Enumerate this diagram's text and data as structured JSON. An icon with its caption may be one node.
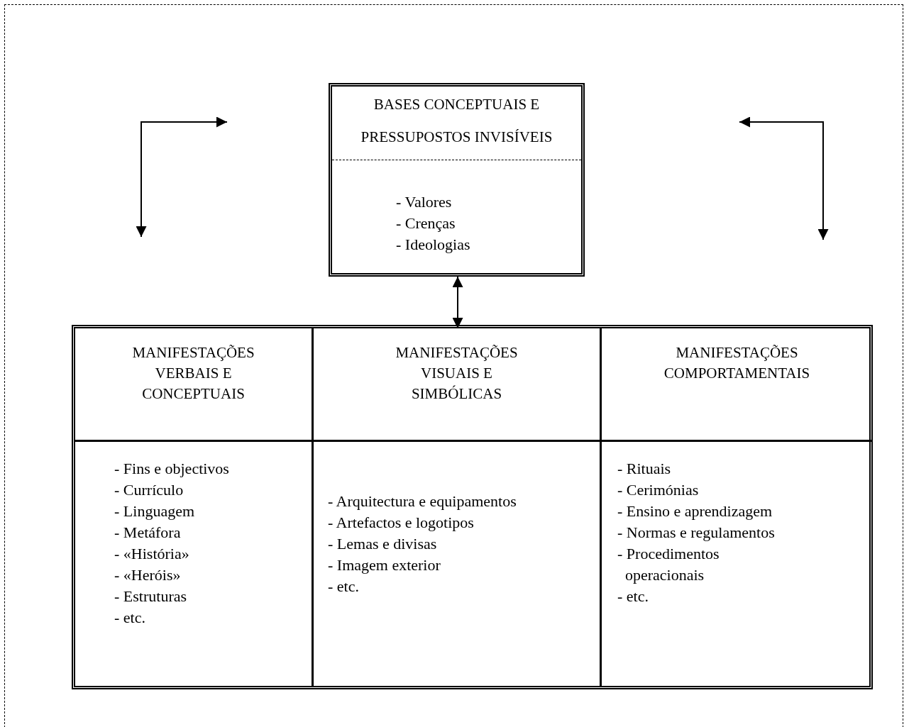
{
  "diagram": {
    "nodes": [
      {
        "text": [
          "BASES CONCEPTUAIS E PRESSUPOSTOS INVISÍVEIS",
          "- Valores",
          "- Crenças",
          "- Ideologias"
        ]
      },
      {
        "text": [],
        "shape": "box"
      },
      {
        "text": [
          "MANIFESTAÇÕES VERBAIS E CONCEPTUAIS",
          "- Fins e objectivos",
          "- Currículo",
          "- Linguagem",
          "- Metáfora",
          "- «História»",
          "- «Heróis»",
          "- Estruturas",
          "- etc."
        ],
        "in": 1
      },
      {
        "text": [
          "MANIFESTAÇÕES VISUAIS E SIMBÓLICAS",
          "- Arquitectura e equipamentos",
          "- Artefactos e logotipos",
          "- Lemas e divisas",
          "- Imagem exterior",
          "- etc."
        ],
        "in": 1
      },
      {
        "text": [
          "MANIFESTAÇÕES COMPORTAMENTAIS",
          "- Rituais",
          "- Cerimónias",
          "- Ensino e aprendizagem",
          "- Normas e regulamentos",
          "- Procedimentos operacionais",
          "- etc."
        ],
        "in": 1
      }
    ],
    "edges": [
      {
        "from": 0,
        "to": 3,
        "arrow": "both"
      }
    ]
  }
}
